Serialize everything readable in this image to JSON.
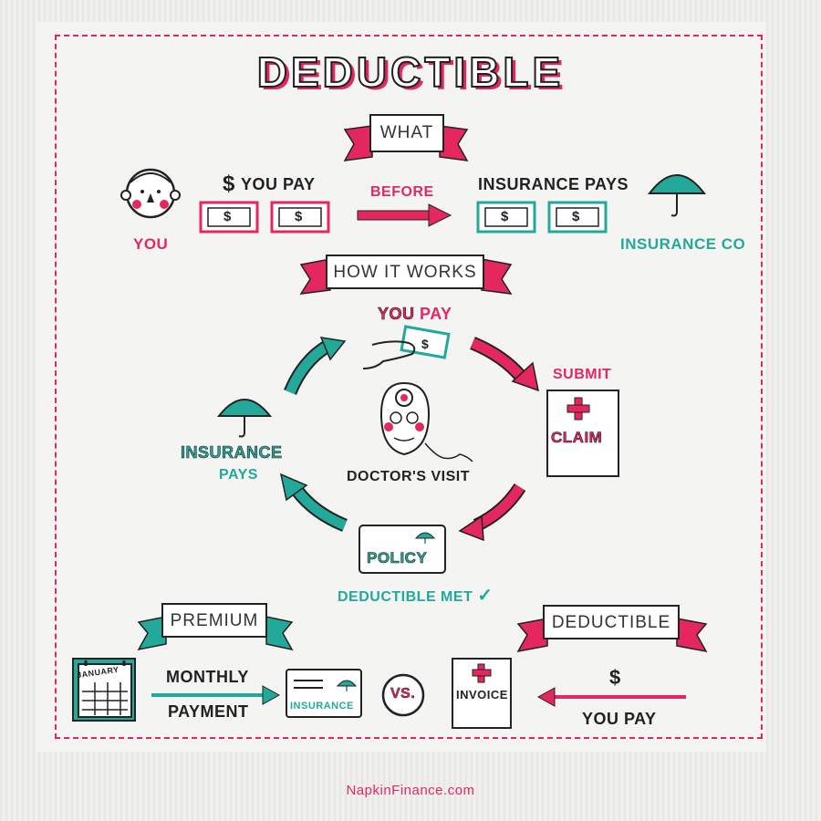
{
  "title": "DEDUCTIBLE",
  "what_section": {
    "banner": "WHAT",
    "you_label": "YOU",
    "you_pay_label": "YOU PAY",
    "dollar_sign": "$",
    "before_label": "BEFORE",
    "insurance_pays_label": "INSURANCE PAYS",
    "insurance_co_label": "INSURANCE CO",
    "bill_symbol": "$"
  },
  "how_section": {
    "banner": "HOW IT WORKS",
    "you_pay": {
      "first": "YOU",
      "second": "PAY"
    },
    "submit_label": "SUBMIT",
    "claim_label": "CLAIM",
    "doctors_visit_label": "DOCTOR'S VISIT",
    "policy_label": "POLICY",
    "deductible_met_label": "DEDUCTIBLE MET",
    "check_mark": "✓",
    "insurance_label": "INSURANCE",
    "pays_label": "PAYS"
  },
  "premium_section": {
    "banner": "PREMIUM",
    "calendar_label": "JANUARY",
    "monthly_label": "MONTHLY",
    "payment_label": "PAYMENT",
    "card_label": "INSURANCE"
  },
  "vs_label": "VS.",
  "deductible_section": {
    "banner": "DEDUCTIBLE",
    "invoice_label": "INVOICE",
    "dollar_sign": "$",
    "you_pay_label": "YOU PAY"
  },
  "footer": "NapkinFinance.com",
  "colors": {
    "pink": "#e5275f",
    "teal": "#23a99a",
    "ink": "#222222"
  }
}
